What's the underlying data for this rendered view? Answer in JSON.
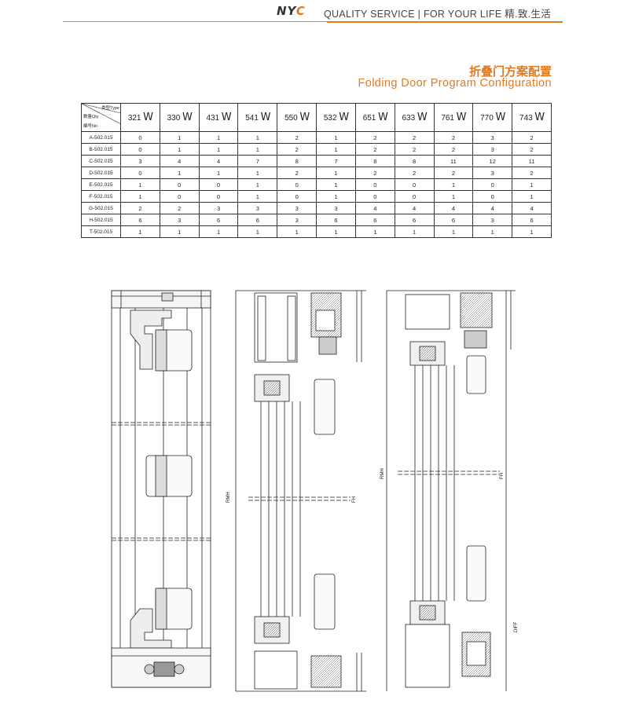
{
  "header": {
    "brand_part1": "NY",
    "brand_part2": "C",
    "tagline": "QUALITY SERVICE | FOR YOUR LIFE  精.致.生活"
  },
  "title": {
    "cn": "折叠门方案配置",
    "en": "Folding Door Program Configuration"
  },
  "table": {
    "corner_type": "类型Type",
    "corner_qty": "数量Qty",
    "corner_no": "编号No",
    "columns": [
      {
        "code": "321",
        "glyph": "W"
      },
      {
        "code": "330",
        "glyph": "W"
      },
      {
        "code": "431",
        "glyph": "W"
      },
      {
        "code": "541",
        "glyph": "W"
      },
      {
        "code": "550",
        "glyph": "W"
      },
      {
        "code": "532",
        "glyph": "W"
      },
      {
        "code": "651",
        "glyph": "W"
      },
      {
        "code": "633",
        "glyph": "W"
      },
      {
        "code": "761",
        "glyph": "W"
      },
      {
        "code": "770",
        "glyph": "W"
      },
      {
        "code": "743",
        "glyph": "W"
      }
    ],
    "rows": [
      {
        "code": "A-502.015",
        "values": [
          "0",
          "1",
          "1",
          "1",
          "2",
          "1",
          "2",
          "2",
          "2",
          "3",
          "2"
        ]
      },
      {
        "code": "B-502.015",
        "values": [
          "0",
          "1",
          "1",
          "1",
          "2",
          "1",
          "2",
          "2",
          "2",
          "3",
          "2"
        ]
      },
      {
        "code": "C-502.015",
        "values": [
          "3",
          "4",
          "4",
          "7",
          "8",
          "7",
          "8",
          "8",
          "11",
          "12",
          "11"
        ]
      },
      {
        "code": "D-502.015",
        "values": [
          "0",
          "1",
          "1",
          "1",
          "2",
          "1",
          "2",
          "2",
          "2",
          "3",
          "2"
        ]
      },
      {
        "code": "E-502.015",
        "values": [
          "1",
          "0",
          "0",
          "1",
          "0",
          "1",
          "0",
          "0",
          "1",
          "0",
          "1"
        ]
      },
      {
        "code": "F-502.015",
        "values": [
          "1",
          "0",
          "0",
          "1",
          "0",
          "1",
          "0",
          "0",
          "1",
          "0",
          "1"
        ]
      },
      {
        "code": "G-502.015",
        "values": [
          "2",
          "2",
          "3",
          "3",
          "3",
          "3",
          "4",
          "4",
          "4",
          "4",
          "4"
        ]
      },
      {
        "code": "H-502.015",
        "values": [
          "6",
          "3",
          "6",
          "6",
          "3",
          "6",
          "6",
          "6",
          "6",
          "3",
          "6"
        ]
      },
      {
        "code": "T-502.015",
        "values": [
          "1",
          "1",
          "1",
          "1",
          "1",
          "1",
          "1",
          "1",
          "1",
          "1",
          "1"
        ]
      }
    ]
  },
  "drawing": {
    "label_rmh": "RMH",
    "label_fh": "FH",
    "label_diff": "DIFF"
  },
  "colors": {
    "accent": "#e07a1f",
    "line": "#222222"
  }
}
